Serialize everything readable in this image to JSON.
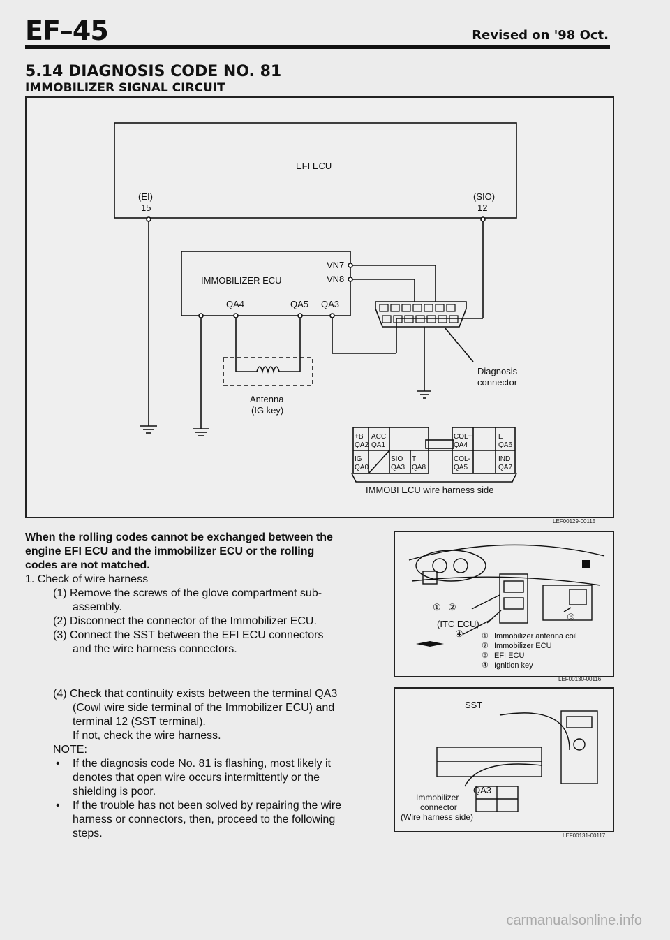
{
  "header": {
    "page_code": "EF–45",
    "revised": "Revised on '98 Oct."
  },
  "section": {
    "title": "5.14 DIAGNOSIS CODE NO. 81",
    "subtitle": "IMMOBILIZER SIGNAL CIRCUIT"
  },
  "circuit": {
    "efi_ecu": "EFI ECU",
    "ei_label": "(EI)",
    "ei_pin": "15",
    "sio_label": "(SIO)",
    "sio_pin": "12",
    "immobilizer_ecu": "IMMOBILIZER ECU",
    "vn7": "VN7",
    "vn8": "VN8",
    "qa4": "QA4",
    "qa5": "QA5",
    "qa3": "QA3",
    "antenna": "Antenna",
    "ig_key": "(IG key)",
    "diagnosis": "Diagnosis",
    "connector": "connector",
    "harness_caption": "IMMOBI ECU wire harness side",
    "figure_id": "LEF00129-00115",
    "pins_top": [
      "+B",
      "ACC",
      "COL+",
      "E"
    ],
    "pins_top_codes": [
      "QA2",
      "QA1",
      "QA4",
      "QA6"
    ],
    "pins_bottom": [
      "IG",
      "SIO",
      "T",
      "COL-",
      "IND"
    ],
    "pins_bottom_codes": [
      "QA0",
      "QA3",
      "QA8",
      "QA5",
      "QA7"
    ]
  },
  "text": {
    "lead_l1": "When the rolling codes cannot be exchanged between the",
    "lead_l2": "engine EFI ECU and the immobilizer ECU or the rolling",
    "lead_l3": "codes are not matched.",
    "step1": "1.  Check of wire harness",
    "s1_l1": "(1) Remove the screws of the glove compartment sub-",
    "s1_l2": "assembly.",
    "s2": "(2) Disconnect the connector of the Immobilizer ECU.",
    "s3_l1": "(3) Connect the SST between the EFI ECU connectors",
    "s3_l2": "and the wire harness connectors.",
    "s4_l1": "(4) Check that continuity exists between the terminal QA3",
    "s4_l2": "(Cowl wire side terminal of the Immobilizer ECU) and",
    "s4_l3": "terminal 12 (SST terminal).",
    "s4_l4": "If not, check the wire harness.",
    "note": "NOTE:",
    "b1_l1": "If the diagnosis code No. 81 is flashing, most likely it",
    "b1_l2": "denotes that open wire occurs intermittently or the",
    "b1_l3": "shielding is poor.",
    "b2_l1": "If the trouble has not been solved by repairing the wire",
    "b2_l2": "harness or connectors, then, proceed to the following",
    "b2_l3": "steps."
  },
  "fig2": {
    "itc": "(ITC ECU)",
    "legend": [
      "Immobilizer antenna coil",
      "Immobilizer ECU",
      "EFI ECU",
      "Ignition key"
    ],
    "callouts": [
      "①",
      "②",
      "③",
      "④"
    ],
    "figure_id": "LEF00130-00116"
  },
  "fig3": {
    "sst": "SST",
    "qa3": "QA3",
    "imm": "Immobilizer",
    "conn": "connector",
    "side": "(Wire harness side)",
    "figure_id": "LEF00131-00117"
  },
  "footer": {
    "watermark": "carmanualsonline.info"
  }
}
